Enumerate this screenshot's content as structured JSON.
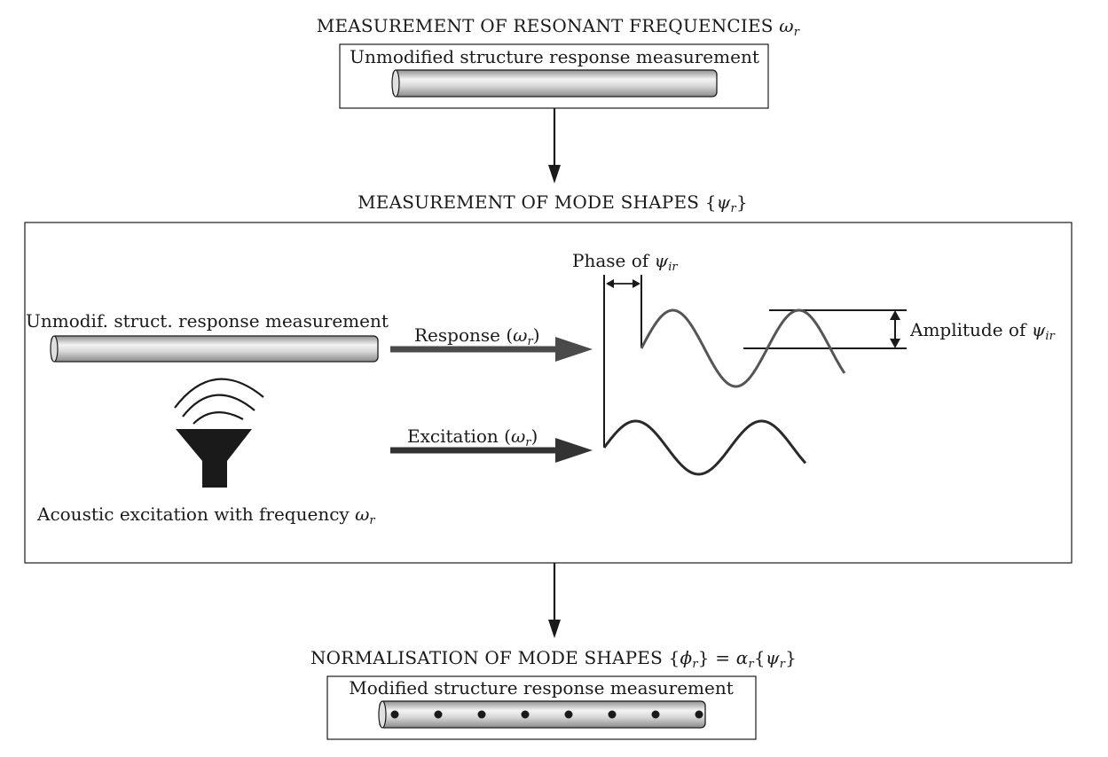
{
  "stage1": {
    "title": "MEASUREMENT OF RESONANT FREQUENCIES",
    "symbol": "ω",
    "symbol_sub": "r",
    "box_label": "Unmodified structure response measurement"
  },
  "stage2": {
    "title": "MEASUREMENT OF MODE SHAPES {",
    "symbol": "ψ",
    "symbol_sub": "r",
    "title_end": "}",
    "beam_label": "Unmodif. struct. response measurement",
    "response_label": "Response (",
    "response_sym": "ω",
    "response_sub": "r",
    "response_end": ")",
    "excitation_label": "Excitation (",
    "excitation_sym": "ω",
    "excitation_sub": "r",
    "excitation_end": ")",
    "acoustic_label": "Acoustic excitation with frequency ",
    "acoustic_sym": "ω",
    "acoustic_sub": "r",
    "phase_label": "Phase of ",
    "phase_sym": "ψ",
    "phase_sub": "ir",
    "amplitude_label": "Amplitude of ",
    "amplitude_sym": "ψ",
    "amplitude_sub": "ir"
  },
  "stage3": {
    "title": "NORMALISATION OF MODE SHAPES {",
    "sym1": "ϕ",
    "sub1": "r",
    "mid": "} = ",
    "sym2": "α",
    "sub2": "r",
    "mid2": "{",
    "sym3": "ψ",
    "sub3": "r",
    "end": "}",
    "box_label": "Modified structure response measurement"
  },
  "colors": {
    "line": "#1a1a1a",
    "arrow_gray": "#4a4a4a",
    "beam_light": "#f2f2f2",
    "beam_dark": "#9a9a9a"
  },
  "icons": [
    "speaker-icon",
    "sound-wave-icon",
    "beam-icon"
  ]
}
